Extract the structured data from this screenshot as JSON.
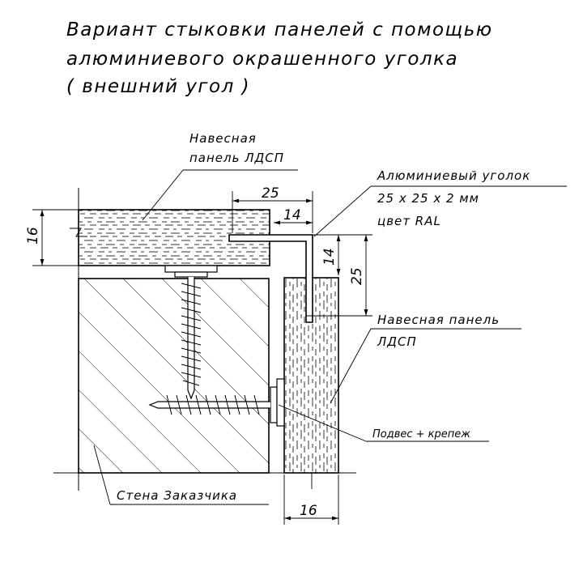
{
  "title": {
    "line1": "Вариант стыковки панелей с помощью",
    "line2": "алюминиевого окрашенного уголка",
    "line3": "( внешний угол )"
  },
  "labels": {
    "panel_top_1": "Навесная",
    "panel_top_2": "панель ЛДСП",
    "corner_1": "Алюминиевый уголок",
    "corner_2": "25 х 25 х 2 мм",
    "corner_3": "цвет  RAL",
    "panel_right_1": "Навесная панель",
    "panel_right_2": "ЛДСП",
    "fastener": "Подвес + крепеж",
    "wall": "Стена Заказчика"
  },
  "dimensions": {
    "d25_top": "25",
    "d14_top": "14",
    "d16_left": "16",
    "d14_right": "14",
    "d25_right": "25",
    "d16_bottom": "16"
  }
}
